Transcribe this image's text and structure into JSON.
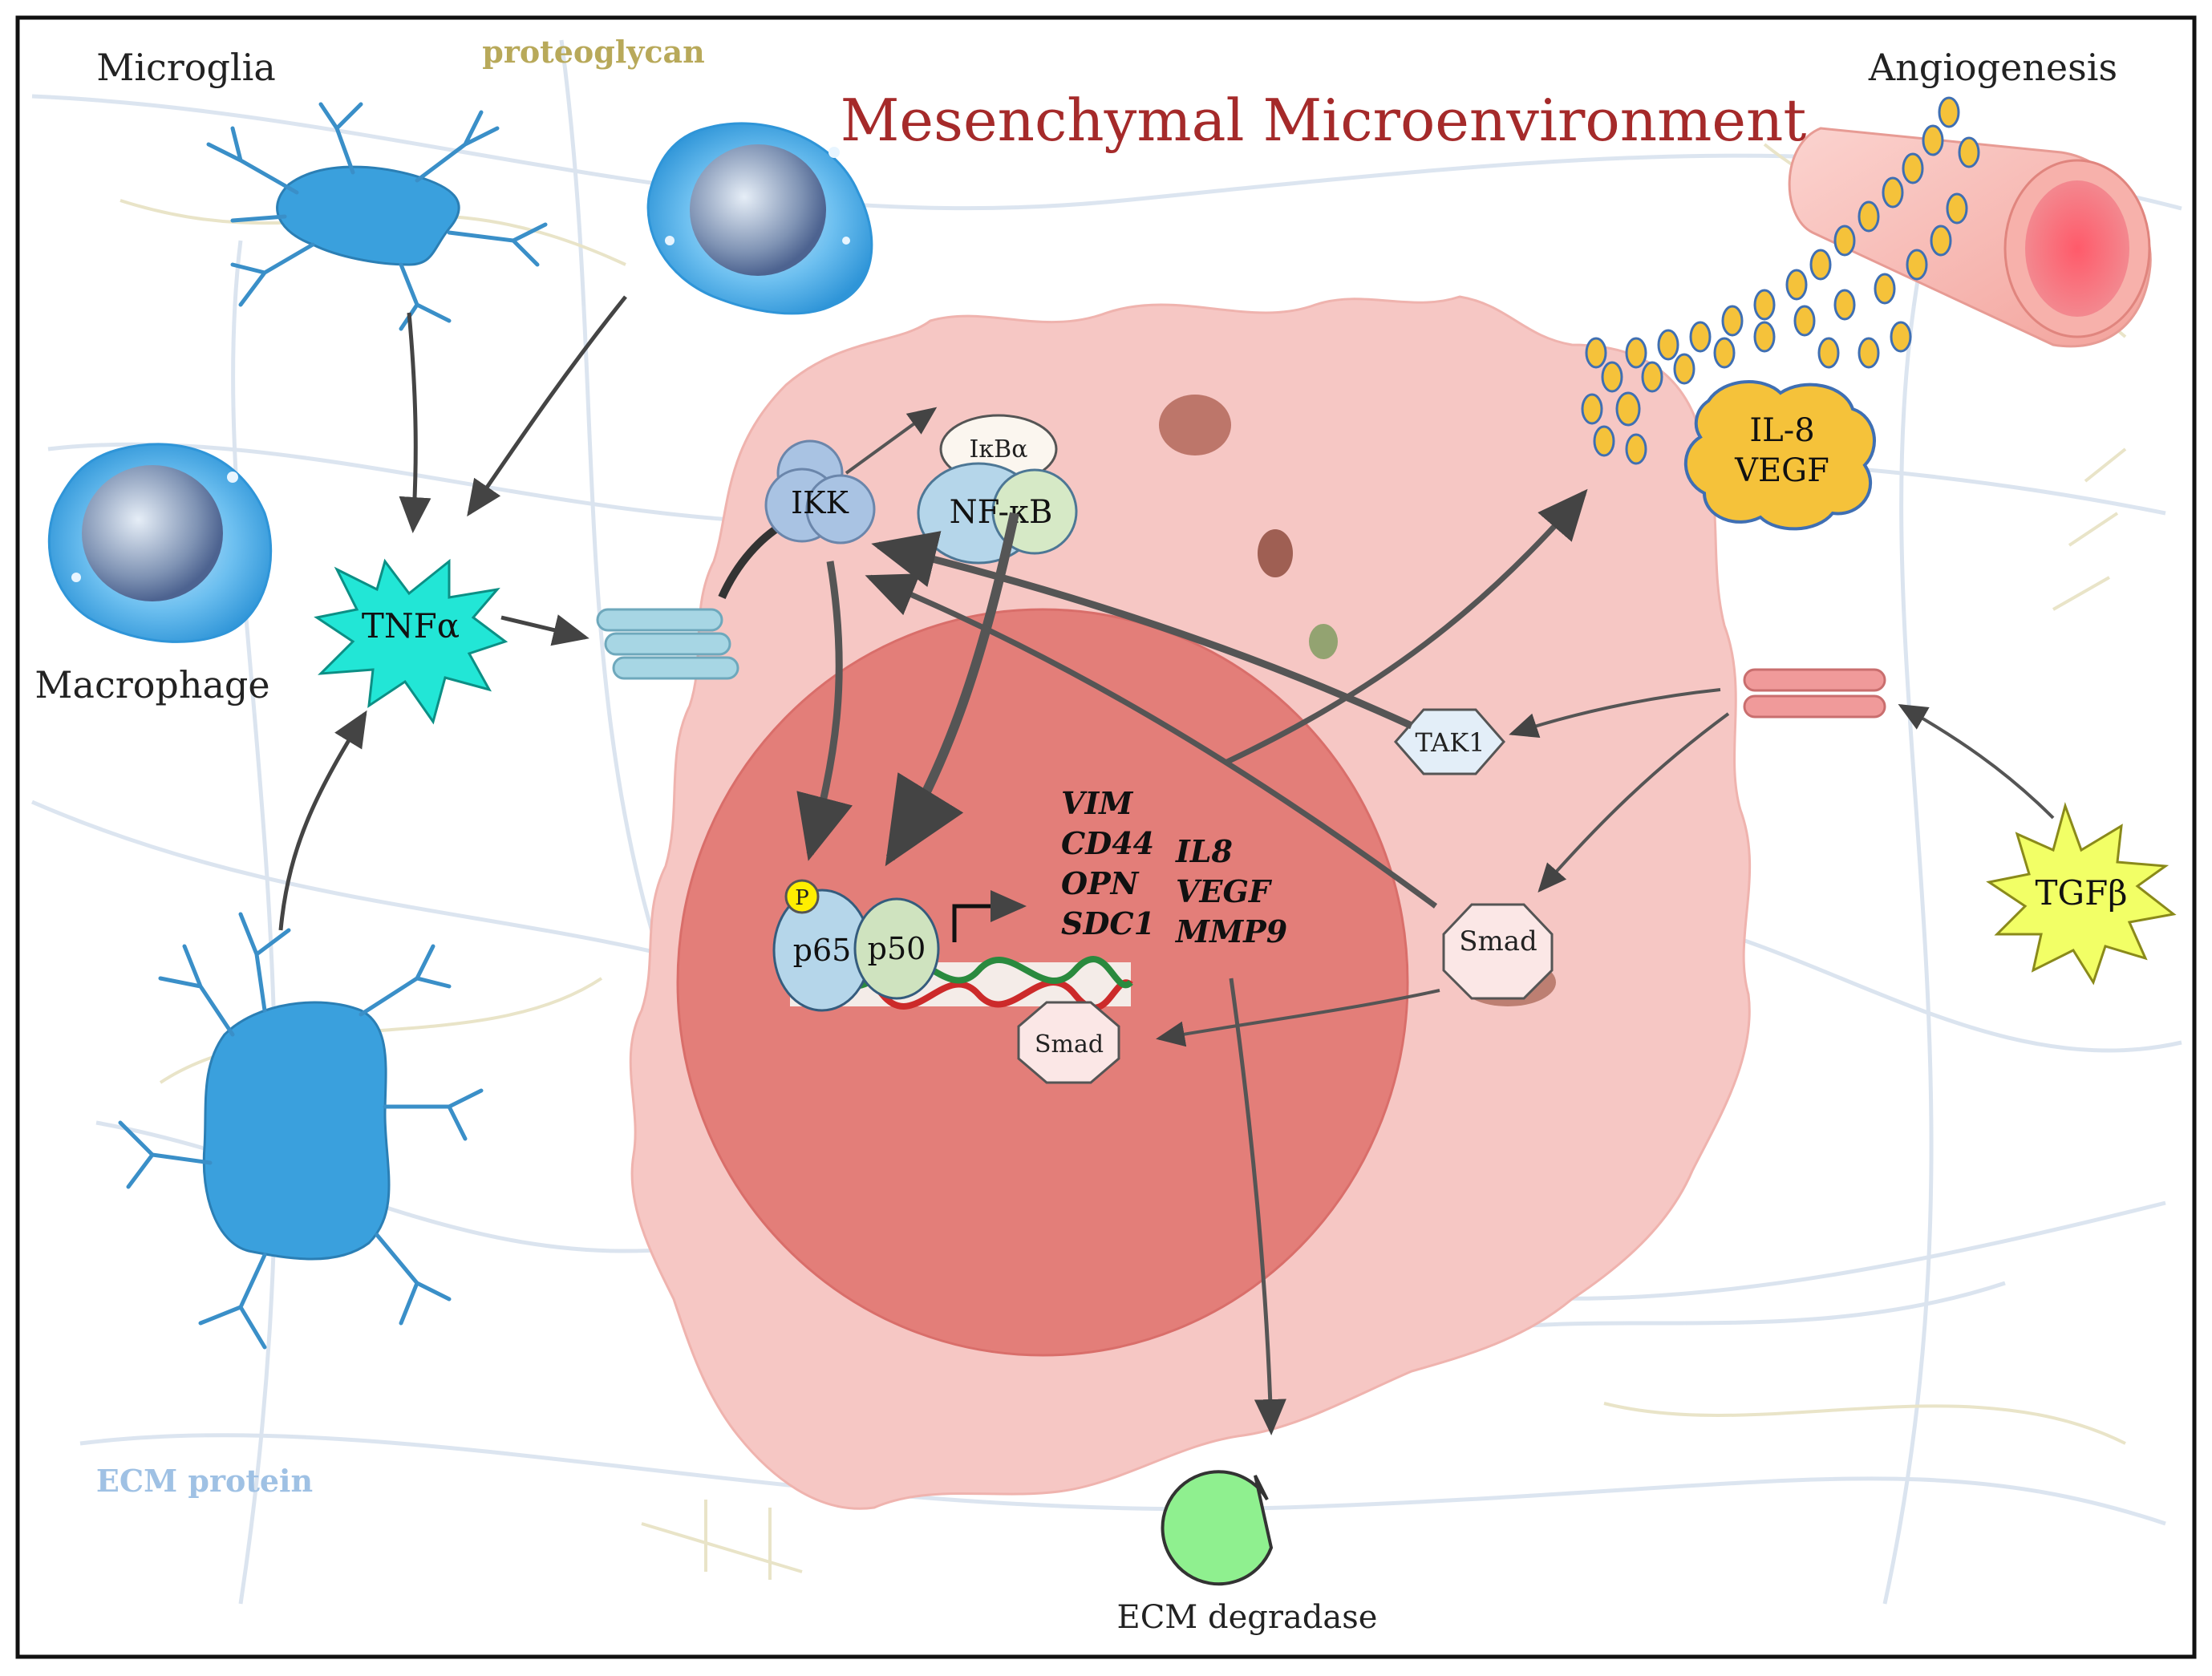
{
  "title": "Mesenchymal Microenvironment",
  "labels": {
    "microglia": "Microglia",
    "proteoglycan": "proteoglycan",
    "macrophage": "Macrophage",
    "angiogenesis": "Angiogenesis",
    "ecm_protein": "ECM protein",
    "ecm_degradase": "ECM degradase"
  },
  "molecules": {
    "tnfa": "TNFα",
    "tgfb": "TGFβ",
    "ikk": "IKK",
    "ikba": "IκBα",
    "nfkb": "NF-κB",
    "tak1": "TAK1",
    "smad_cytoplasm": "Smad",
    "smad_nucleus": "Smad",
    "p65": "p65",
    "p50": "p50",
    "phospho": "P",
    "il8_secreted": "IL-8",
    "vegf_secreted": "VEGF"
  },
  "genes": {
    "column1": [
      "VIM",
      "CD44",
      "OPN",
      "SDC1"
    ],
    "column2": [
      "IL8",
      "VEGF",
      "MMP9"
    ]
  },
  "colors": {
    "title": "#a52a2a",
    "cell_blue": "#3aa0dd",
    "tnfa_fill": "#22e6d6",
    "tgfb_fill": "#f2ff66",
    "cell_body": "#f6c7c4",
    "nucleus": "#e27b76",
    "vesicle": "#f5c23a",
    "ecm_degradase": "#8ff08f"
  }
}
